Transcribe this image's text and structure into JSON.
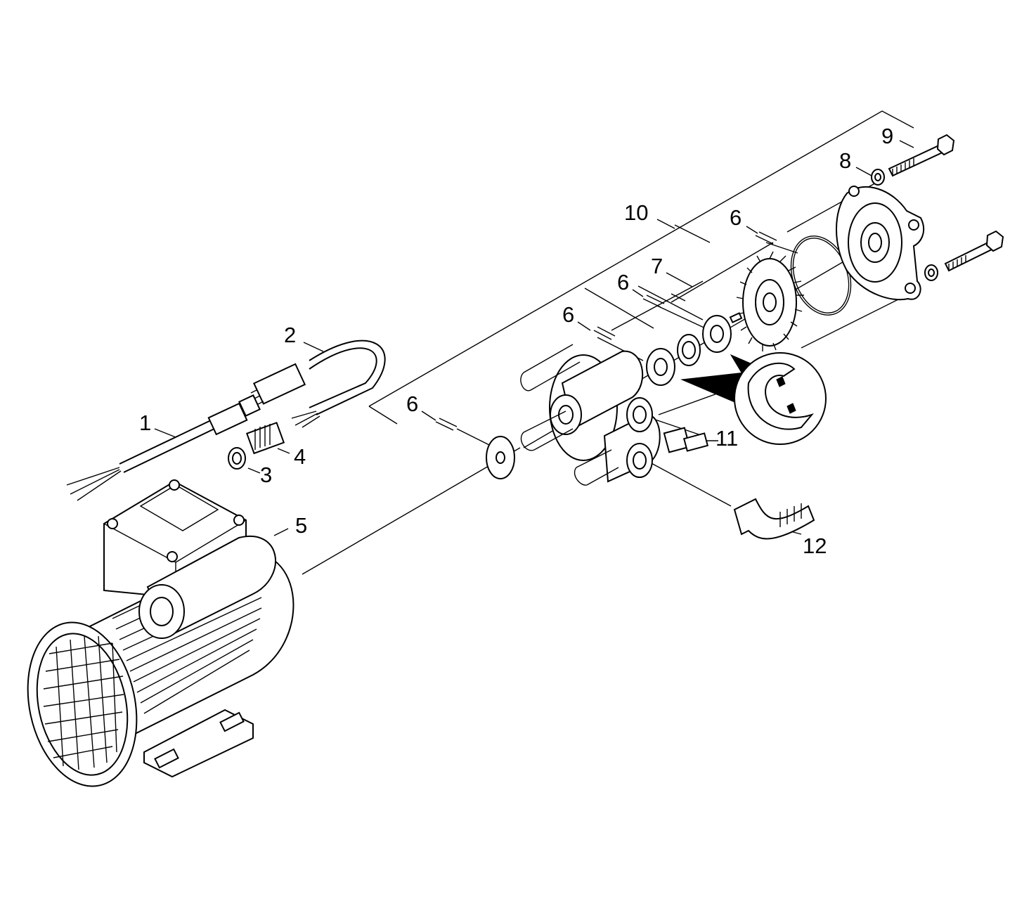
{
  "callouts": [
    {
      "id": "1",
      "text": "1"
    },
    {
      "id": "2",
      "text": "2"
    },
    {
      "id": "3",
      "text": "3"
    },
    {
      "id": "4",
      "text": "4"
    },
    {
      "id": "5",
      "text": "5"
    },
    {
      "id": "6a",
      "text": "6"
    },
    {
      "id": "6b",
      "text": "6"
    },
    {
      "id": "6c",
      "text": "6"
    },
    {
      "id": "6d",
      "text": "6"
    },
    {
      "id": "7",
      "text": "7"
    },
    {
      "id": "8",
      "text": "8"
    },
    {
      "id": "9",
      "text": "9"
    },
    {
      "id": "10",
      "text": "10"
    },
    {
      "id": "11",
      "text": "11"
    },
    {
      "id": "12",
      "text": "12"
    }
  ],
  "icons": {
    "motor": "electric-motor-icon",
    "plug": "power-plug-icon",
    "impeller": "impeller-icon",
    "housing": "pump-housing-icon"
  },
  "colors": {
    "line": "#000000",
    "background": "#ffffff"
  }
}
